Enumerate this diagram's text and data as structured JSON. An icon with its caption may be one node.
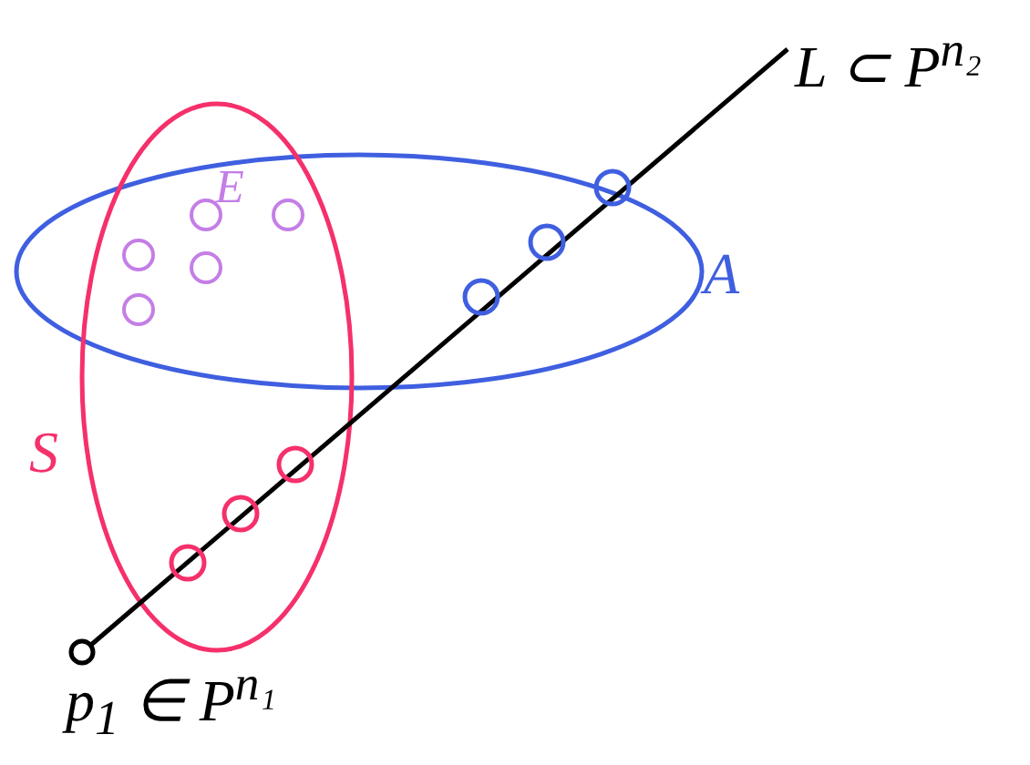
{
  "diagram": {
    "labels": [
      "L ⊂ P$^{n₂}$",
      "E",
      "A",
      "S",
      "p$_{1}$ ∈ P$^{n₁}$"
    ]
  }
}
